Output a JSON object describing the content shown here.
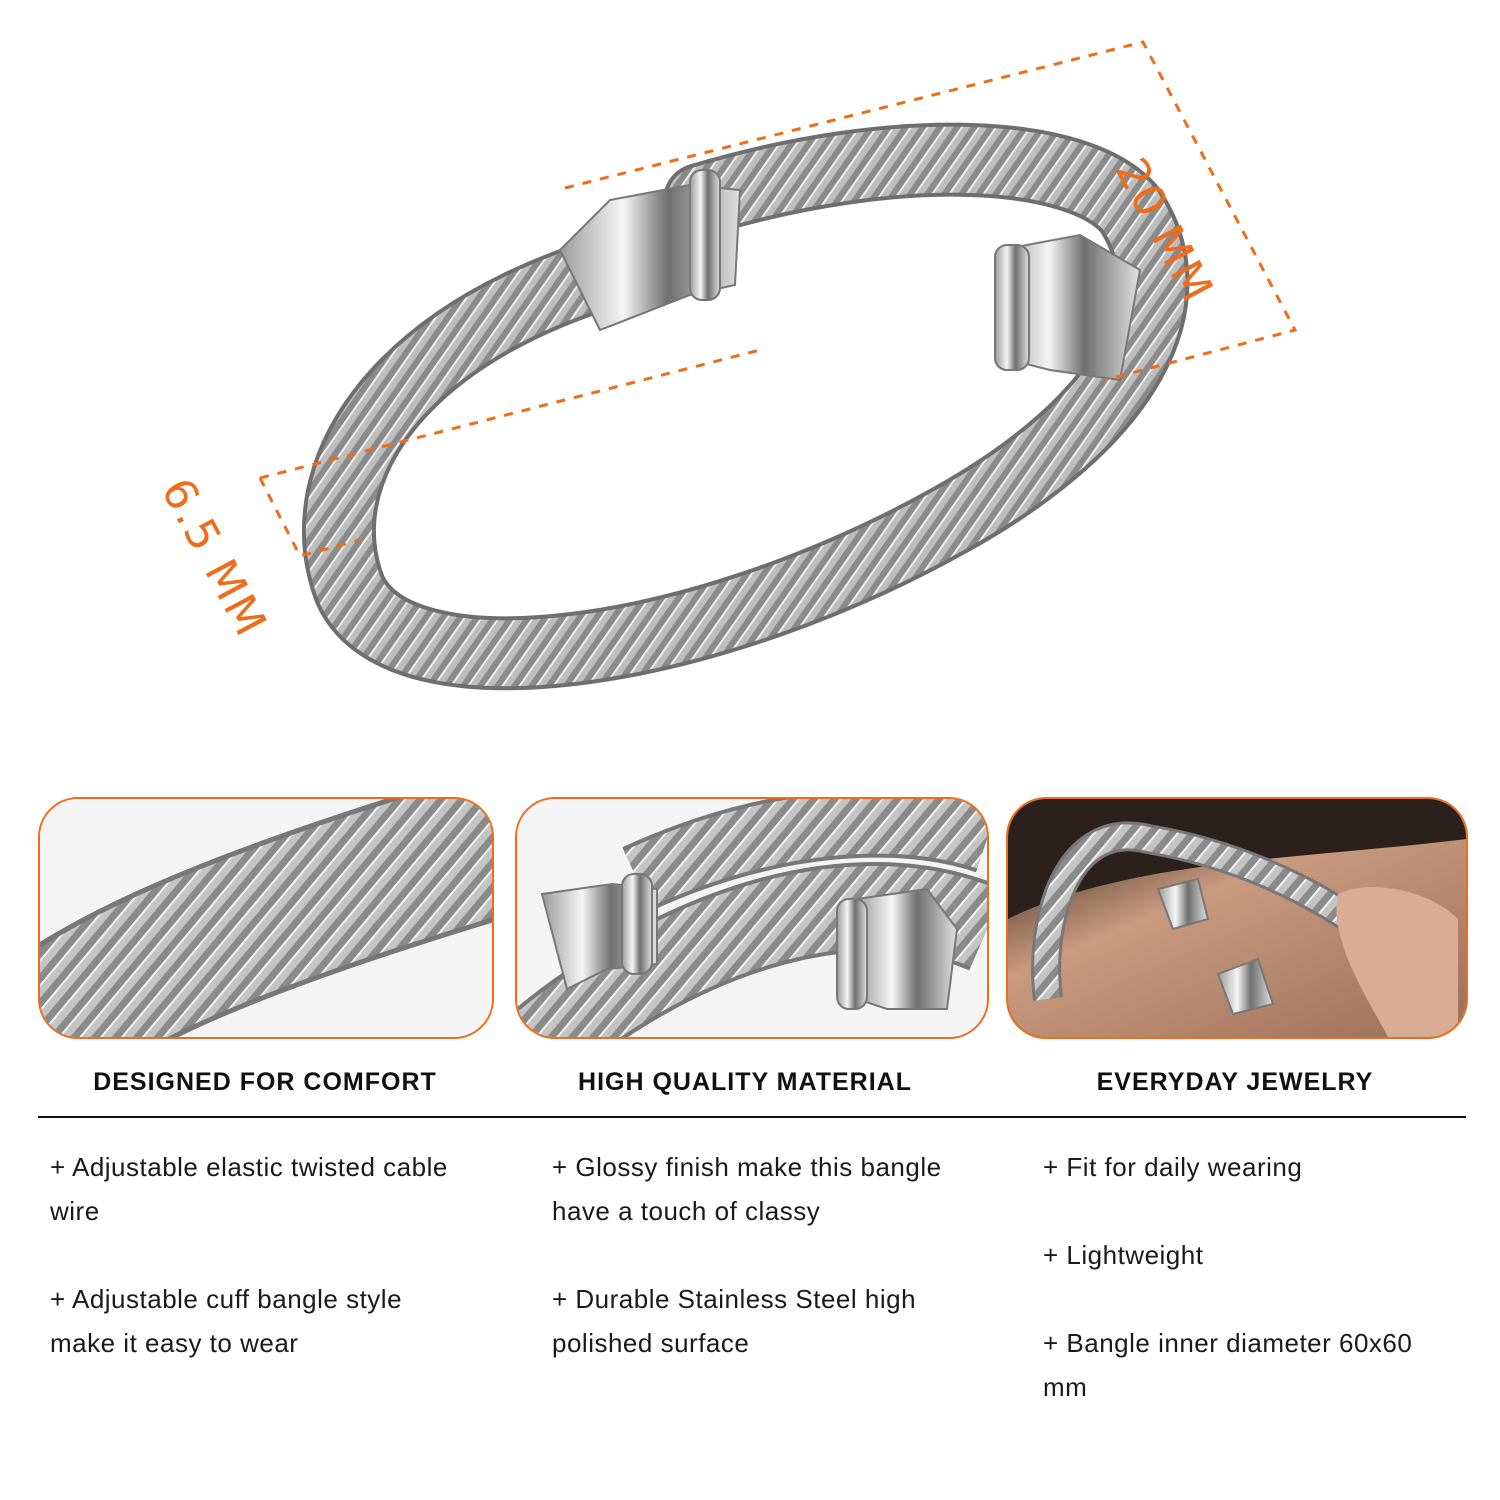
{
  "dimensions": {
    "length_label": "20 MM",
    "thickness_label": "6.5 MM",
    "accent_color": "#ef6c1a"
  },
  "columns": [
    {
      "title": "DESIGNED FOR COMFORT",
      "bullets": [
        "+ Adjustable elastic twisted cable wire",
        "+ Adjustable cuff bangle style make it easy to wear"
      ]
    },
    {
      "title": "HIGH QUALITY MATERIAL",
      "bullets": [
        "+ Glossy finish make this bangle have a touch of classy",
        "+ Durable Stainless Steel high polished surface"
      ]
    },
    {
      "title": "EVERYDAY JEWELRY",
      "bullets": [
        "+ Fit for daily wearing",
        "+ Lightweight",
        "+ Bangle inner diameter 60x60 mm"
      ]
    }
  ]
}
